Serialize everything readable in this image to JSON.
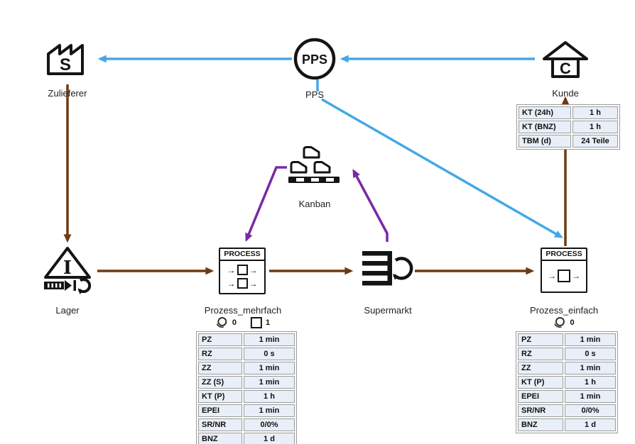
{
  "colors": {
    "info_flow": "#45a7e8",
    "material_flow": "#6f3a10",
    "kanban_flow": "#7a28a5",
    "icon_stroke": "#141414",
    "table_bg": "#e9eff8",
    "table_border": "#9b9b9b"
  },
  "glyphs": {
    "right_arrow": "→"
  },
  "nodes": {
    "zulieferer": {
      "label": "Zulieferer",
      "icon_letter": "S"
    },
    "pps": {
      "label": "PPS",
      "icon_text": "PPS"
    },
    "kunde": {
      "label": "Kunde",
      "icon_letter": "C"
    },
    "kanban": {
      "label": "Kanban"
    },
    "lager": {
      "label": "Lager",
      "icon_letter": "I"
    },
    "prozess_mehrfach": {
      "label": "Prozess_mehrfach",
      "box_title": "PROCESS",
      "operators": "0",
      "machines": "1"
    },
    "supermarkt": {
      "label": "Supermarkt"
    },
    "prozess_einfach": {
      "label": "Prozess_einfach",
      "box_title": "PROCESS",
      "operators": "0"
    }
  },
  "tables": {
    "kunde": {
      "rows": [
        {
          "label": "KT (24h)",
          "value": "1 h"
        },
        {
          "label": "KT (BNZ)",
          "value": "1 h"
        },
        {
          "label": "TBM (d)",
          "value": "24 Teile"
        }
      ]
    },
    "prozess_mehrfach": {
      "rows": [
        {
          "label": "PZ",
          "value": "1 min"
        },
        {
          "label": "RZ",
          "value": "0 s"
        },
        {
          "label": "ZZ",
          "value": "1 min"
        },
        {
          "label": "ZZ (S)",
          "value": "1 min"
        },
        {
          "label": "KT (P)",
          "value": "1 h"
        },
        {
          "label": "EPEI",
          "value": "1 min"
        },
        {
          "label": "SR/NR",
          "value": "0/0%"
        },
        {
          "label": "BNZ",
          "value": "1 d"
        }
      ]
    },
    "prozess_einfach": {
      "rows": [
        {
          "label": "PZ",
          "value": "1 min"
        },
        {
          "label": "RZ",
          "value": "0 s"
        },
        {
          "label": "ZZ",
          "value": "1 min"
        },
        {
          "label": "KT (P)",
          "value": "1 h"
        },
        {
          "label": "EPEI",
          "value": "1 min"
        },
        {
          "label": "SR/NR",
          "value": "0/0%"
        },
        {
          "label": "BNZ",
          "value": "1 d"
        }
      ]
    }
  }
}
